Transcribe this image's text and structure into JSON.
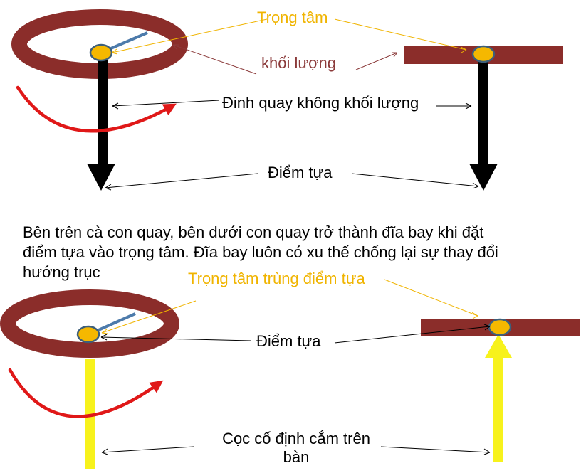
{
  "colors": {
    "ring": "#8b2d2a",
    "pivot_fill": "#f5b800",
    "pivot_border": "#3d5f7a",
    "rod": "#4d7bab",
    "spin_arrow": "#e01818",
    "stand_black": "#000000",
    "stand_yellow": "#f7f21c",
    "label_orange": "#f0b400",
    "leader_dark": "#000000",
    "leader_brown": "#8b3a3a",
    "leader_orange": "#f0b400"
  },
  "icons": [
    "rotation-arrow-icon",
    "downward-arrow-icon",
    "upward-arrow-icon"
  ],
  "labels": {
    "trong_tam": "Trọng tâm",
    "khoi_luong": "khối lượng",
    "dinh_quay": "Đinh quay không khối lượng",
    "diem_tua_top": "Điểm tựa",
    "trong_tam_trung": "Trọng tâm trùng điểm tựa",
    "diem_tua_bottom": "Điểm tựa",
    "coc_line1": "Cọc cố định cắm trên",
    "coc_line2": "bàn"
  },
  "paragraph": {
    "line1": "Bên trên cà con quay, bên dưới con quay trở thành đĩa bay khi đặt",
    "line2": "điểm tựa vào trọng tâm. Đĩa bay luôn có xu thế chống lại sự thay đổi",
    "line3": "hướng trục"
  }
}
